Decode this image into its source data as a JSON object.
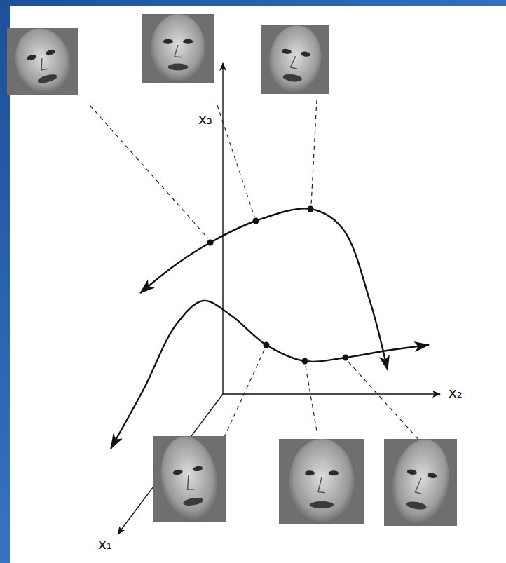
{
  "diagram": {
    "labels": [
      "x₃",
      "x₂",
      "x₁"
    ]
  }
}
